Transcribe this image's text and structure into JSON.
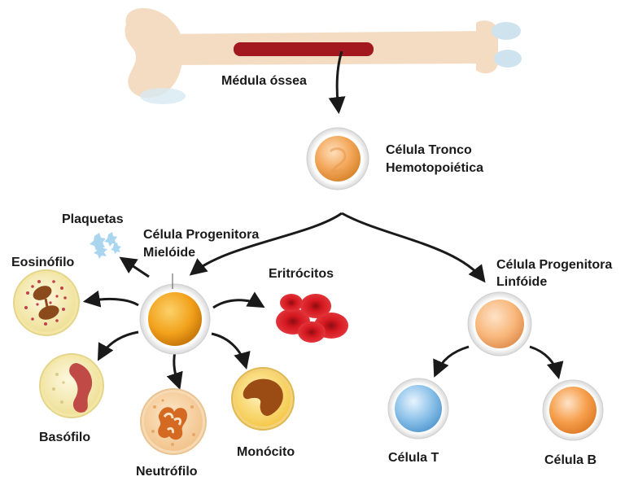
{
  "labels": {
    "medula": "Médula óssea",
    "tronco_line1": "Célula Tronco",
    "tronco_line2": "Hemotopoiética",
    "plaquetas": "Plaquetas",
    "mieloide_line1": "Célula Progenitora",
    "mieloide_line2": "Mielóide",
    "eosinofilo": "Eosinófilo",
    "eritrocitos": "Eritrócitos",
    "linfoide_line1": "Célula Progenitora",
    "linfoide_line2": "Linfóide",
    "basofilo": "Basófilo",
    "neutrofilo": "Neutrófilo",
    "monocito": "Monócito",
    "celula_t": "Célula T",
    "celula_b": "Célula B"
  },
  "colors": {
    "bone": "#f3dcc2",
    "bone_tip": "#cfe3ef",
    "marrow": "#a3171f",
    "arrow": "#1a1a1a",
    "stem_cell": "#f4a75a",
    "myeloid_cell": "#f2a11b",
    "lymphoid_cell": "#f9b77b",
    "t_cell": "#8fc3ea",
    "b_cell": "#f7a04e",
    "erythrocyte": "#d41820",
    "platelet": "#a9d6ee",
    "granulocyte_bg": "#f7efbd",
    "eosinophil_granule": "#c2404a",
    "eosinophil_nucleus": "#8b4a1c",
    "basophil_nucleus": "#c04a45",
    "neutrophil_nucleus": "#d46a22",
    "monocyte_nucleus": "#9b4b14"
  }
}
